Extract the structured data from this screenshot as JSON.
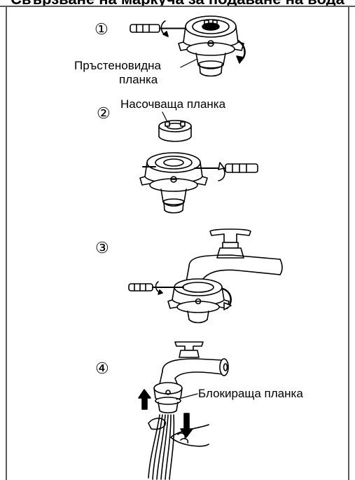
{
  "header": {
    "heading": "Свързване на маркуча за подаване на вода"
  },
  "steps": [
    {
      "number": "①"
    },
    {
      "number": "②"
    },
    {
      "number": "③"
    },
    {
      "number": "④"
    }
  ],
  "labels": {
    "ring_plate_line1": "Пръстеновидна",
    "ring_plate_line2": "планка",
    "guide_plate": "Насочваща планка",
    "locking_plate": "Блокираща планка"
  },
  "colors": {
    "ink": "#000000",
    "paper": "#ffffff",
    "frame": "#5a5a5a"
  }
}
